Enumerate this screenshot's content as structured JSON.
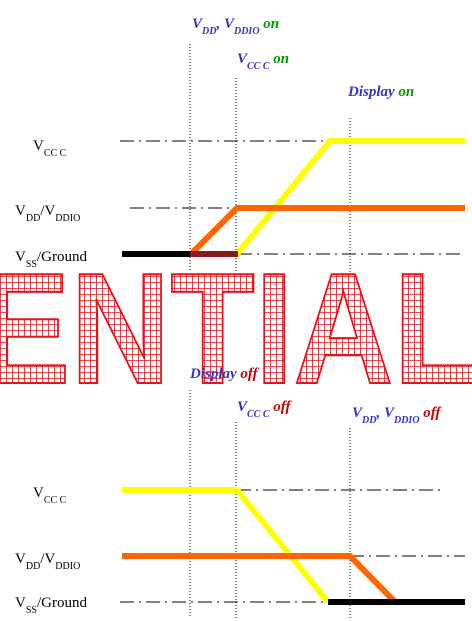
{
  "colors": {
    "vcc": "#ffff00",
    "vdd": "#ff6600",
    "ground": "#000000",
    "ground_overlay": "#8b1a1a",
    "event_name": "#3333cc",
    "event_on": "#009900",
    "event_off": "#cc0000",
    "watermark": "#e8101a",
    "dashed": "#000000"
  },
  "power_on": {
    "events": {
      "vdd_on": {
        "name_parts": [
          "V",
          "DD",
          ", V",
          "DDIO"
        ],
        "state": " on"
      },
      "vcc_on": {
        "name_parts": [
          "V",
          "CC C"
        ],
        "state": " on"
      },
      "display_on": {
        "name": "Display",
        "state": " on"
      }
    },
    "labels": {
      "vcc": {
        "main": "V",
        "sub": "CC C"
      },
      "vdd": {
        "main1": "V",
        "sub1": "DD",
        "mid": "/V",
        "sub2": "DDIO"
      },
      "ground": {
        "main": "V",
        "sub": "SS",
        "rest": "/Ground"
      }
    }
  },
  "power_off": {
    "events": {
      "display_off": {
        "name": "Display",
        "state": " off"
      },
      "vcc_off": {
        "name_parts": [
          "V",
          "CC C"
        ],
        "state": " off"
      },
      "vdd_off": {
        "name_parts": [
          "V",
          "DD",
          ", V",
          "DDIO"
        ],
        "state": " off"
      }
    },
    "labels": {
      "vcc": {
        "main": "V",
        "sub": "CC C"
      },
      "vdd": {
        "main1": "V",
        "sub1": "DD",
        "mid": "/V",
        "sub2": "DDIO"
      },
      "ground": {
        "main": "V",
        "sub": "SS",
        "rest": "/Ground"
      }
    }
  },
  "watermark": {
    "text": "ENTIAL"
  }
}
